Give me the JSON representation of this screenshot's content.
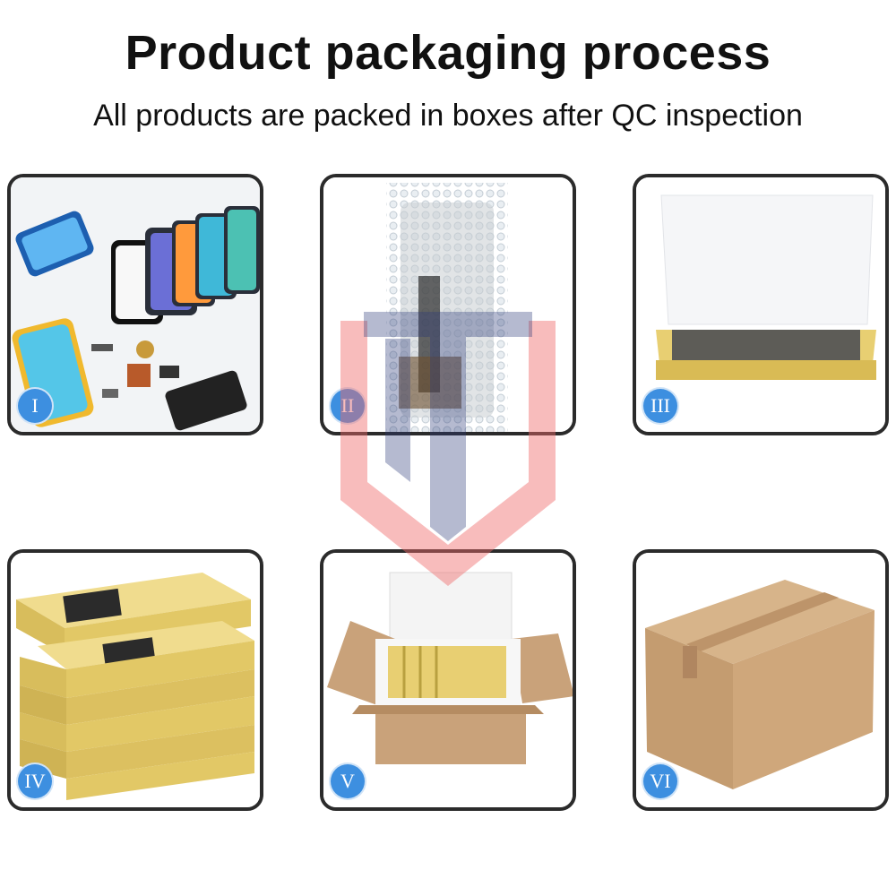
{
  "header": {
    "title": "Product packaging process",
    "subtitle": "All products are packed in boxes after QC inspection"
  },
  "steps": [
    {
      "numeral": "I",
      "icon": "phone-parts-icon"
    },
    {
      "numeral": "II",
      "icon": "bubble-wrap-icon"
    },
    {
      "numeral": "III",
      "icon": "open-white-box-icon"
    },
    {
      "numeral": "IV",
      "icon": "stacked-boxes-icon"
    },
    {
      "numeral": "V",
      "icon": "carton-with-foam-icon"
    },
    {
      "numeral": "VI",
      "icon": "sealed-carton-icon"
    }
  ],
  "colors": {
    "badge": "#3d8fe0",
    "kraft": "#c9a27a",
    "yellow-box": "#e8cf72",
    "watermark-red": "#f06a6a",
    "watermark-navy": "#2c3a78"
  },
  "watermark": {
    "icon": "shield-logo-icon"
  }
}
